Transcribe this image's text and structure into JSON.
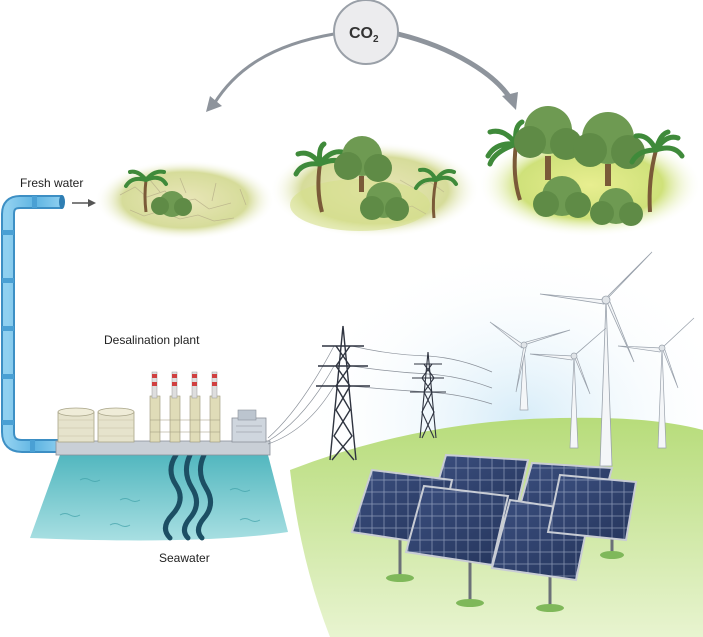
{
  "labels": {
    "co2": "CO",
    "co2_sub": "2",
    "fresh_water": "Fresh water",
    "desalination_plant": "Desalination plant",
    "seawater": "Seawater"
  },
  "colors": {
    "pipe": "#7cc4e8",
    "sea": "#5cc0c8",
    "grass": "#9fcf5a",
    "land": "#e3e3b8",
    "tree_green": "#6a9a4e",
    "panel_blue": "#3a4f7a",
    "co2_circle": "#e8e8ea"
  },
  "icons": {
    "cycle_arrow": "curved-arrow-icon",
    "flow_arrow": "arrow-right-icon"
  }
}
